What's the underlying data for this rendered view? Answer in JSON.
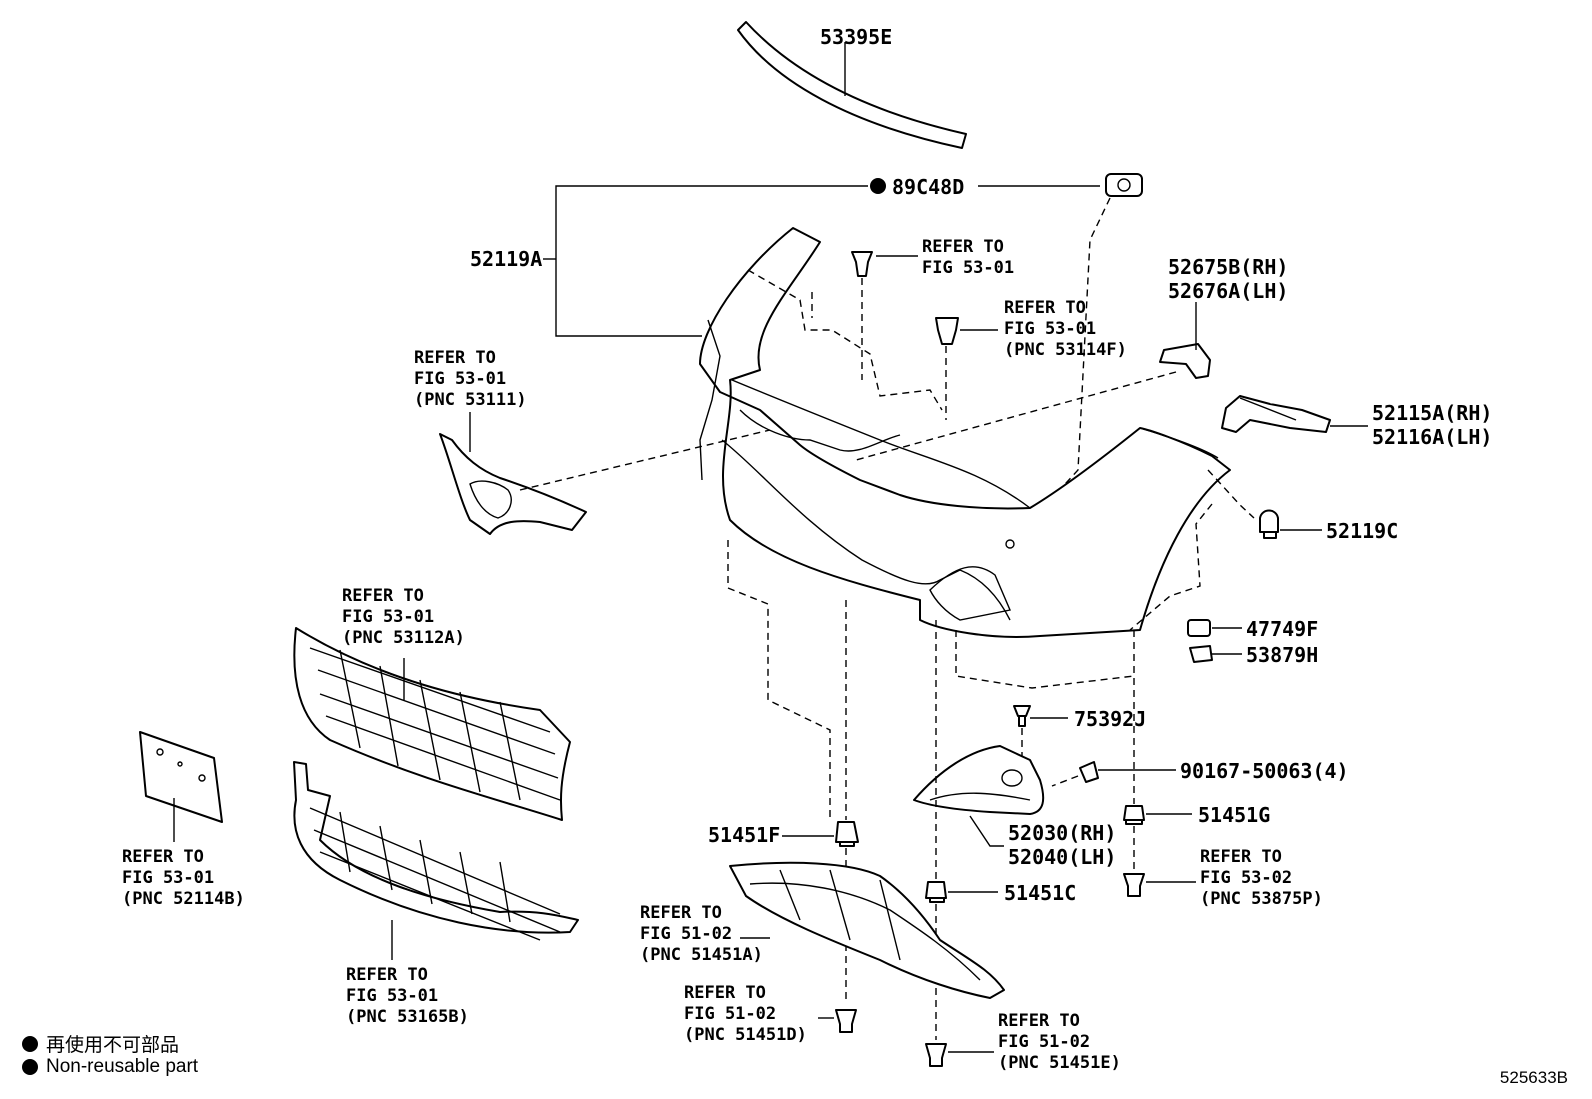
{
  "labels": {
    "p53395E": "53395E",
    "p89C48D": "89C48D",
    "p52119A": "52119A",
    "p52675B": "52675B(RH)",
    "p52676A": "52676A(LH)",
    "p52115A": "52115A(RH)",
    "p52116A": "52116A(LH)",
    "p52119C": "52119C",
    "p47749F": "47749F",
    "p53879H": "53879H",
    "p75392J": "75392J",
    "p90167": "90167-50063(4)",
    "p51451G": "51451G",
    "p51451F": "51451F",
    "p52030": "52030(RH)",
    "p52040": "52040(LH)",
    "p51451C": "51451C"
  },
  "refs": {
    "clip_top": [
      "REFER TO",
      "FIG 53-01"
    ],
    "clip_53114F": [
      "REFER TO",
      "FIG 53-01",
      "(PNC 53114F)"
    ],
    "emblem_53111": [
      "REFER TO",
      "FIG 53-01",
      "(PNC 53111)"
    ],
    "grille_53112A": [
      "REFER TO",
      "FIG 53-01",
      "(PNC 53112A)"
    ],
    "plate_52114B": [
      "REFER TO",
      "FIG 53-01",
      "(PNC 52114B)"
    ],
    "grille_53165B": [
      "REFER TO",
      "FIG 53-01",
      "(PNC 53165B)"
    ],
    "cover_51451A": [
      "REFER TO",
      "FIG 51-02",
      "(PNC 51451A)"
    ],
    "screw_51451D": [
      "REFER TO",
      "FIG 51-02",
      "(PNC 51451D)"
    ],
    "screw_51451E": [
      "REFER TO",
      "FIG 51-02",
      "(PNC 51451E)"
    ],
    "screw_53875P": [
      "REFER TO",
      "FIG 53-02",
      "(PNC 53875P)"
    ]
  },
  "legend": {
    "jp": "再使用不可部品",
    "en": "Non-reusable part"
  },
  "diagram_code": "525633B"
}
